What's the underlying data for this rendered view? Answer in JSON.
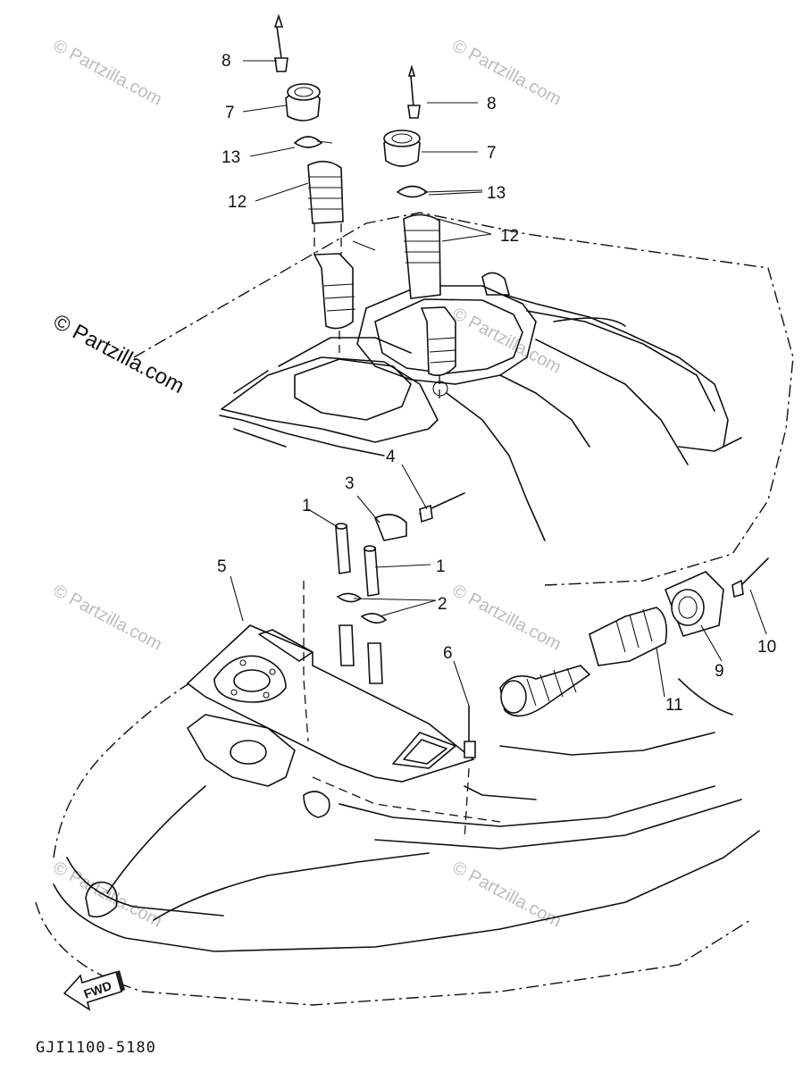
{
  "diagram": {
    "drawing_code": "GJI1100-5180",
    "direction_label": "FWD",
    "watermark_text": "© Partzilla.com",
    "callouts": [
      "1",
      "1",
      "2",
      "3",
      "4",
      "5",
      "6",
      "7",
      "7",
      "8",
      "8",
      "9",
      "10",
      "11",
      "12",
      "12",
      "13",
      "13"
    ]
  }
}
